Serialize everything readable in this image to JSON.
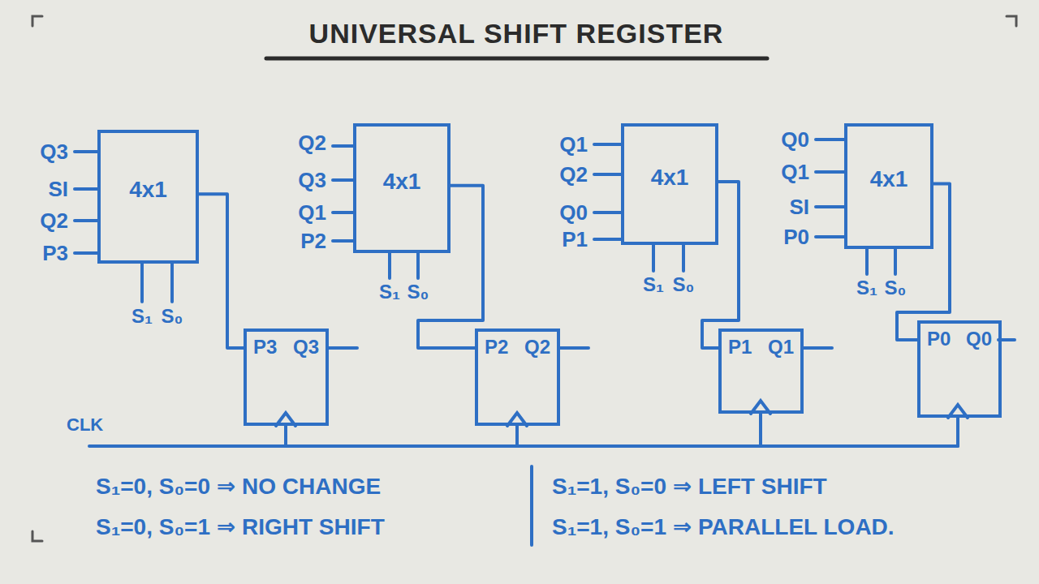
{
  "diagram": {
    "title": "UNIVERSAL SHIFT REGISTER",
    "nodes": [
      {
        "text": [
          "4x1"
        ]
      },
      {
        "text": [
          "4x1"
        ]
      },
      {
        "text": [
          "4x1"
        ]
      },
      {
        "text": [
          "4x1"
        ]
      },
      {
        "text": [
          "P3",
          "Q3"
        ]
      },
      {
        "text": [
          "P2",
          "Q2"
        ]
      },
      {
        "text": [
          "P1",
          "Q1"
        ]
      },
      {
        "text": [
          "P0",
          "Q0"
        ]
      }
    ],
    "edges": [
      {
        "from": 0,
        "to": 4,
        "arrow": "none"
      },
      {
        "from": 1,
        "to": 5,
        "arrow": "none"
      },
      {
        "from": 2,
        "to": 6,
        "arrow": "none"
      },
      {
        "from": 3,
        "to": 7,
        "arrow": "none"
      }
    ],
    "labels": [
      "Q3",
      "SI",
      "Q2",
      "P3",
      "S₁",
      "S₀",
      "Q2",
      "Q3",
      "Q1",
      "P2",
      "S₁",
      "S₀",
      "Q1",
      "Q2",
      "Q0",
      "P1",
      "S₁",
      "S₀",
      "Q0",
      "Q1",
      "SI",
      "P0",
      "S₁",
      "S₀",
      "CLK",
      "S₁=0, S₀=0 ⇒ NO CHANGE",
      "S₁=1, S₀=0 ⇒ LEFT SHIFT",
      "S₁=0, S₀=1 ⇒ RIGHT SHIFT",
      "S₁=1, S₀=1 ⇒ PARALLEL LOAD."
    ]
  }
}
